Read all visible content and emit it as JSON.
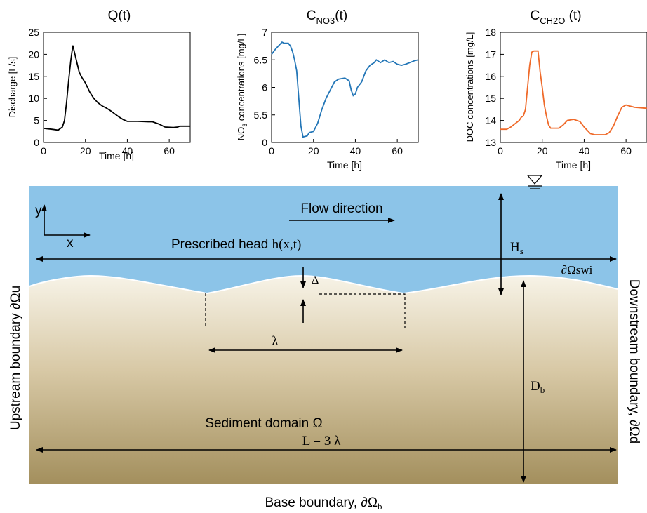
{
  "charts": [
    {
      "title_main": "Q(t)",
      "title_sub": "",
      "title_suffix": "",
      "xlabel": "Time [h]",
      "ylabel": "Discharge [L/s]",
      "ylabel_sub": "",
      "ylabel_rest": "",
      "xlim": [
        0,
        70
      ],
      "ylim": [
        0,
        25
      ],
      "xticks": [
        0,
        20,
        40,
        60
      ],
      "yticks": [
        0,
        5,
        10,
        15,
        20,
        25
      ],
      "color": "#000000"
    },
    {
      "title_main": "C",
      "title_sub": "NO3",
      "title_suffix": "(t)",
      "xlabel": "Time [h]",
      "ylabel": "NO",
      "ylabel_sub": "3",
      "ylabel_rest": " concentrations [mg/L]",
      "xlim": [
        0,
        70
      ],
      "ylim": [
        5,
        7
      ],
      "xticks": [
        0,
        20,
        40,
        60
      ],
      "yticks": [
        5,
        5.5,
        6,
        6.5,
        7
      ],
      "ytick_labels": [
        "0",
        "5.5",
        "6",
        "6.5",
        "7"
      ],
      "color": "#2376b7"
    },
    {
      "title_main": "C",
      "title_sub": "CH2O",
      "title_suffix": " (t)",
      "xlabel": "Time [h]",
      "ylabel": "DOC concentrations [mg/L]",
      "ylabel_sub": "",
      "ylabel_rest": "",
      "xlim": [
        0,
        70
      ],
      "ylim": [
        13,
        18
      ],
      "xticks": [
        0,
        20,
        40,
        60
      ],
      "yticks": [
        13,
        14,
        15,
        16,
        17,
        18
      ],
      "color": "#ef6a2a"
    }
  ],
  "chart_data": [
    {
      "type": "line",
      "series": [
        {
          "values": [
            [
              0,
              3.2
            ],
            [
              4,
              3.0
            ],
            [
              7,
              2.8
            ],
            [
              9,
              3.5
            ],
            [
              10,
              5
            ],
            [
              11,
              9
            ],
            [
              12,
              14
            ],
            [
              13,
              18.5
            ],
            [
              14,
              22
            ],
            [
              15,
              20
            ],
            [
              16,
              18
            ],
            [
              17,
              16
            ],
            [
              18,
              15
            ],
            [
              20,
              13.5
            ],
            [
              22,
              11.5
            ],
            [
              24,
              10
            ],
            [
              26,
              9
            ],
            [
              28,
              8.3
            ],
            [
              30,
              7.8
            ],
            [
              32,
              7.2
            ],
            [
              34,
              6.5
            ],
            [
              36,
              5.8
            ],
            [
              38,
              5.2
            ],
            [
              40,
              4.8
            ],
            [
              45,
              4.8
            ],
            [
              50,
              4.7
            ],
            [
              52,
              4.7
            ],
            [
              55,
              4.2
            ],
            [
              58,
              3.5
            ],
            [
              62,
              3.4
            ],
            [
              64,
              3.5
            ],
            [
              65,
              3.7
            ],
            [
              70,
              3.7
            ]
          ]
        }
      ]
    },
    {
      "type": "line",
      "series": [
        {
          "values": [
            [
              0,
              6.6
            ],
            [
              2,
              6.7
            ],
            [
              4,
              6.78
            ],
            [
              5,
              6.82
            ],
            [
              6,
              6.8
            ],
            [
              8,
              6.8
            ],
            [
              9,
              6.75
            ],
            [
              10,
              6.65
            ],
            [
              11,
              6.5
            ],
            [
              12,
              6.3
            ],
            [
              13,
              5.8
            ],
            [
              14,
              5.3
            ],
            [
              15,
              5.1
            ],
            [
              17,
              5.12
            ],
            [
              18,
              5.18
            ],
            [
              20,
              5.2
            ],
            [
              22,
              5.35
            ],
            [
              24,
              5.6
            ],
            [
              26,
              5.8
            ],
            [
              28,
              5.95
            ],
            [
              30,
              6.1
            ],
            [
              32,
              6.15
            ],
            [
              35,
              6.17
            ],
            [
              37,
              6.12
            ],
            [
              38,
              5.95
            ],
            [
              39,
              5.85
            ],
            [
              40,
              5.88
            ],
            [
              41,
              6.0
            ],
            [
              43,
              6.1
            ],
            [
              45,
              6.3
            ],
            [
              47,
              6.4
            ],
            [
              49,
              6.45
            ],
            [
              50,
              6.5
            ],
            [
              52,
              6.45
            ],
            [
              54,
              6.5
            ],
            [
              56,
              6.45
            ],
            [
              58,
              6.47
            ],
            [
              60,
              6.42
            ],
            [
              62,
              6.4
            ],
            [
              64,
              6.42
            ],
            [
              66,
              6.45
            ],
            [
              68,
              6.48
            ],
            [
              70,
              6.5
            ]
          ]
        }
      ]
    },
    {
      "type": "line",
      "series": [
        {
          "values": [
            [
              0,
              13.6
            ],
            [
              3,
              13.6
            ],
            [
              5,
              13.7
            ],
            [
              7,
              13.85
            ],
            [
              9,
              14.0
            ],
            [
              10,
              14.15
            ],
            [
              11,
              14.2
            ],
            [
              12,
              14.5
            ],
            [
              13,
              15.5
            ],
            [
              14,
              16.5
            ],
            [
              15,
              17.1
            ],
            [
              16,
              17.15
            ],
            [
              18,
              17.15
            ],
            [
              19,
              16.2
            ],
            [
              20,
              15.5
            ],
            [
              21,
              14.7
            ],
            [
              22,
              14.2
            ],
            [
              23,
              13.8
            ],
            [
              24,
              13.65
            ],
            [
              28,
              13.65
            ],
            [
              30,
              13.8
            ],
            [
              32,
              14.0
            ],
            [
              35,
              14.05
            ],
            [
              38,
              13.95
            ],
            [
              40,
              13.7
            ],
            [
              43,
              13.4
            ],
            [
              45,
              13.35
            ],
            [
              50,
              13.35
            ],
            [
              52,
              13.45
            ],
            [
              54,
              13.75
            ],
            [
              56,
              14.2
            ],
            [
              58,
              14.6
            ],
            [
              60,
              14.7
            ],
            [
              62,
              14.65
            ],
            [
              64,
              14.6
            ],
            [
              70,
              14.55
            ]
          ]
        }
      ]
    }
  ],
  "diagram": {
    "flow_direction": "Flow direction",
    "prescribed_head_text": "Prescribed head ",
    "prescribed_head_math": "h(x,t)",
    "axis_y": "y",
    "axis_x": "x",
    "hs_main": "H",
    "hs_sub": "s",
    "delta": "Δ",
    "swi_label": "∂Ωswi",
    "lambda": "λ",
    "db_main": "D",
    "db_sub": "b",
    "sediment_label": "Sediment domain Ω",
    "length_label": "L = 3 λ",
    "upstream_label": "Upstream boundary ∂Ωu",
    "downstream_label": "Downstream boundary, ∂Ωd",
    "base_label_main": "Base boundary, ∂Ω",
    "base_label_sub": "b",
    "colors": {
      "water": "#8cc4e8",
      "sediment_top": "#f7f3e7",
      "sediment_mid": "#d8c9a6",
      "sediment_bottom": "#a38f5d"
    }
  }
}
